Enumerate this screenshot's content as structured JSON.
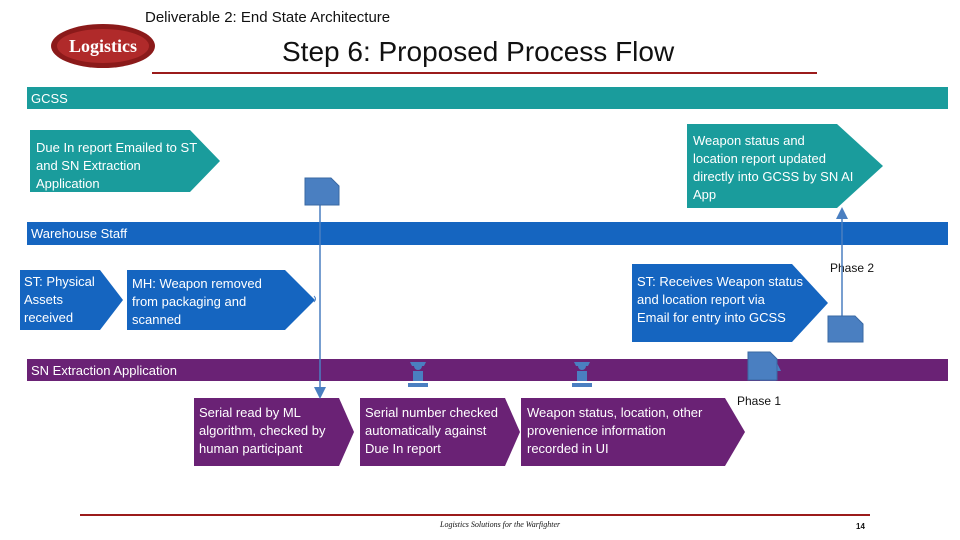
{
  "header": {
    "deliverable": "Deliverable 2: End State Architecture",
    "title": "Step 6: Proposed Process Flow",
    "logo_text": "Logistics"
  },
  "lanes": {
    "gcss": "GCSS",
    "warehouse": "Warehouse Staff",
    "sn_app": "SN Extraction Application"
  },
  "boxes": {
    "due_in": "Due In report Emailed to ST\nand SN Extraction\nApplication",
    "weapon_status_gcss": "Weapon status and\nlocation report updated\ndirectly into GCSS by SN AI\nApp",
    "st_physical": "ST: Physical\nAssets\nreceived",
    "mh_weapon": "MH: Weapon removed\nfrom packaging and\nscanned",
    "st_receives": "ST: Receives Weapon status\nand location report via\nEmail for entry into GCSS",
    "serial_read": "Serial read by ML\nalgorithm, checked by\nhuman participant",
    "serial_checked": "Serial number checked\nautomatically  against\nDue In report",
    "weapon_recorded": "Weapon status, location, other\nprovenience information\nrecorded in UI"
  },
  "phases": {
    "phase2": "Phase 2",
    "phase1": "Phase 1"
  },
  "footer": {
    "tagline": "Logistics Solutions for the Warfighter",
    "page": "14"
  },
  "colors": {
    "gcss_teal": "#1a9c9c",
    "warehouse_blue": "#1565c0",
    "sn_purple": "#6a2275",
    "connector_blue": "#4a7fc1",
    "accent_red": "#9b1b1b"
  }
}
